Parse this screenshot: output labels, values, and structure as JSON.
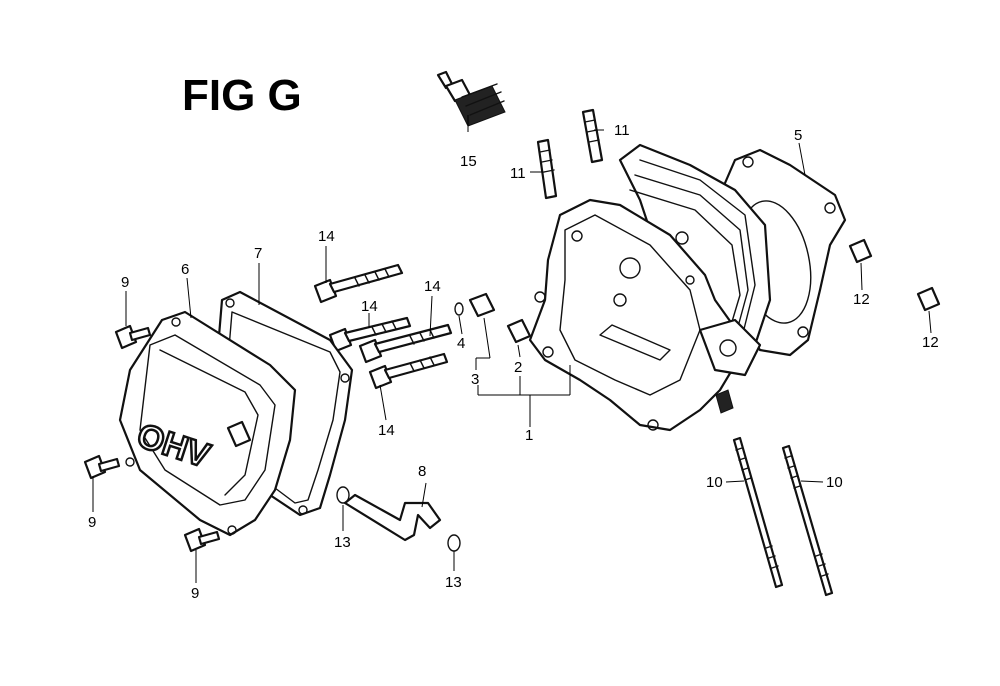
{
  "figure": {
    "title": "FIG G",
    "valve_cover_text": "OHV"
  },
  "callouts": {
    "c1": "1",
    "c2": "2",
    "c3": "3",
    "c4": "4",
    "c5": "5",
    "c6": "6",
    "c7": "7",
    "c8": "8",
    "c9a": "9",
    "c9b": "9",
    "c9c": "9",
    "c10a": "10",
    "c10b": "10",
    "c11a": "11",
    "c11b": "11",
    "c12a": "12",
    "c12b": "12",
    "c13a": "13",
    "c13b": "13",
    "c14a": "14",
    "c14b": "14",
    "c14c": "14",
    "c14d": "14",
    "c15": "15"
  }
}
